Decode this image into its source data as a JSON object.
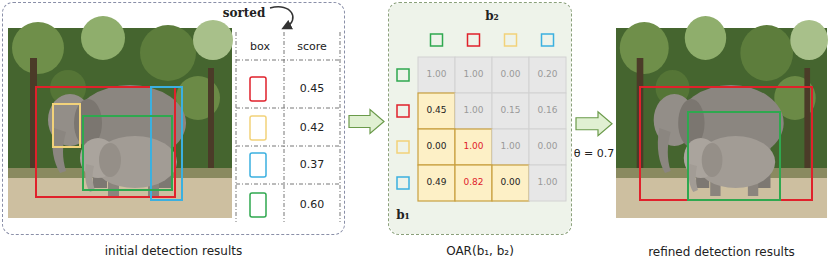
{
  "diagram": {
    "nodes": [
      {
        "text": [
          "initial detection results"
        ]
      },
      {
        "text": [
          "OAR(b₁, b₂)"
        ]
      },
      {
        "text": [
          "refined detection results"
        ]
      }
    ],
    "edges": [
      {
        "from": 0,
        "to": 1,
        "arrow": "to"
      },
      {
        "from": 1,
        "to": 2,
        "arrow": "to",
        "label": "θ = 0.7"
      }
    ],
    "labels": [
      "sorted",
      "box",
      "score",
      "0.45",
      "0.42",
      "0.37",
      "0.60",
      "b₂",
      "b₁",
      "1.00",
      "1.00",
      "0.00",
      "0.20",
      "0.45",
      "1.00",
      "0.15",
      "0.16",
      "0.00",
      "1.00",
      "1.00",
      "0.00",
      "0.49",
      "0.82",
      "0.00",
      "1.00"
    ]
  }
}
